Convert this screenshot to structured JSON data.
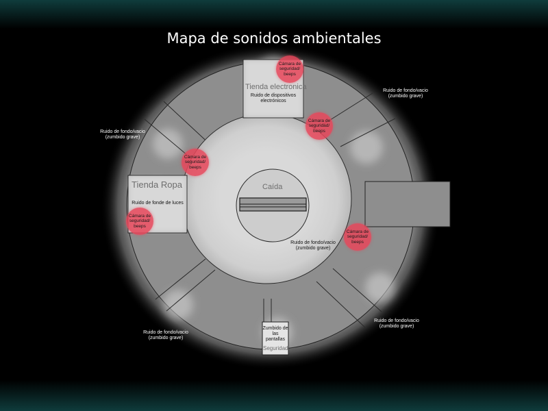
{
  "title": "Mapa de sonidos ambientales",
  "colors": {
    "background": "#000000",
    "band": "#0f3c3c",
    "ring": "#8e8e8e",
    "floor": "#d6d6d6",
    "camera": "#e8465a"
  },
  "stores": {
    "electronica": {
      "name": "Tienda electronica",
      "sound": "Ruido de dispositivos electrónicos"
    },
    "ropa": {
      "name": "Tienda Ropa",
      "sound": "Ruido de fonde de luces"
    },
    "seguridad": {
      "name": "Seguridad",
      "sound": "Zumbido de las pantallas"
    }
  },
  "center": {
    "label": "Caída"
  },
  "camera_label": "Cámara de seguridad/ beeps",
  "ambient_label": "Ruido de fondo/vacío (zumbido grave)",
  "cameras": [
    {
      "id": "cam-electronica-top",
      "label": "Cámara de seguridad/ beeps"
    },
    {
      "id": "cam-electronica-inner",
      "label": "Cámara de seguridad/ beeps"
    },
    {
      "id": "cam-left-inner",
      "label": "Cámara de seguridad/ beeps"
    },
    {
      "id": "cam-ropa",
      "label": "Cámara de seguridad/ beeps"
    },
    {
      "id": "cam-right-inner",
      "label": "Cámara de seguridad/ beeps"
    }
  ],
  "ambient": [
    {
      "id": "ambient-top-right",
      "line1": "Ruido de fondo/vacio",
      "line2": "(zumbido grave)"
    },
    {
      "id": "ambient-left",
      "line1": "Ruido de fondo/vacio",
      "line2": "(zumbido grave)"
    },
    {
      "id": "ambient-center",
      "line1": "Ruido de fondo/vacio",
      "line2": "(zumbido grave)"
    },
    {
      "id": "ambient-bottom-left",
      "line1": "Ruido de fondo/vacio",
      "line2": "(zumbido grave)"
    },
    {
      "id": "ambient-bottom-right",
      "line1": "Ruido de fondo/vacio",
      "line2": "(zumbido grave)"
    }
  ]
}
